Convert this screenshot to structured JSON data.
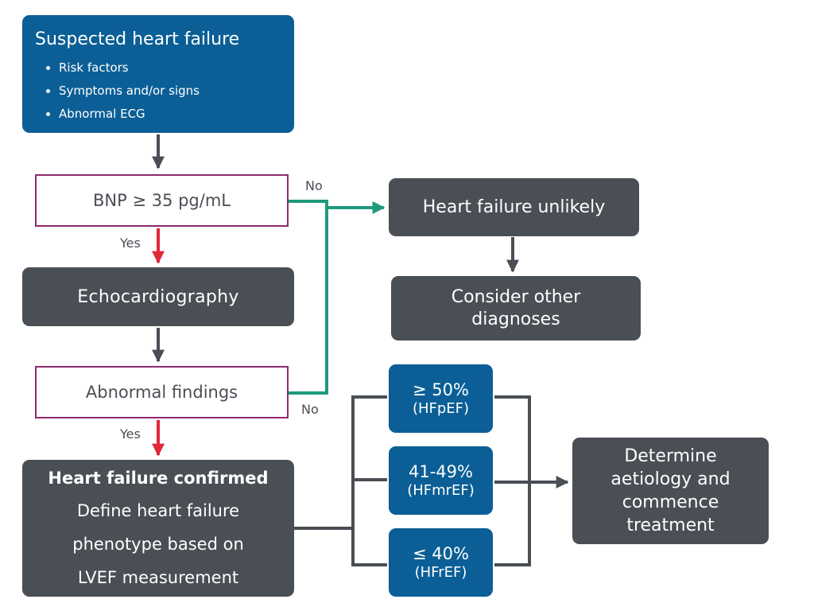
{
  "colors": {
    "blue_box": "#0B5F96",
    "dark_box": "#4A4E55",
    "outline_border": "#8E2A6E",
    "arrow_gray": "#4A4E55",
    "arrow_red": "#E0283A",
    "arrow_teal": "#1E9A7E"
  },
  "suspected": {
    "title": "Suspected heart failure",
    "items": [
      "Risk factors",
      "Symptoms and/or signs",
      "Abnormal ECG"
    ]
  },
  "bnp": {
    "label": "BNP ≥ 35 pg/mL"
  },
  "echo": {
    "label": "Echocardiography"
  },
  "abnormal": {
    "label": "Abnormal findings"
  },
  "confirmed": {
    "title": "Heart failure confirmed",
    "lines": [
      "Define heart failure",
      "phenotype based on",
      "LVEF measurement"
    ]
  },
  "unlikely": {
    "label": "Heart failure unlikely"
  },
  "other": {
    "lines": [
      "Consider other",
      "diagnoses"
    ]
  },
  "ef_groups": [
    {
      "value": "≥ 50%",
      "type": "(HFpEF)"
    },
    {
      "value": "41-49%",
      "type": "(HFmrEF)"
    },
    {
      "value": "≤ 40%",
      "type": "(HFrEF)"
    }
  ],
  "determine": {
    "lines": [
      "Determine",
      "aetiology and",
      "commence",
      "treatment"
    ]
  },
  "labels": {
    "no_1": "No",
    "yes_1": "Yes",
    "no_2": "No",
    "yes_2": "Yes"
  }
}
